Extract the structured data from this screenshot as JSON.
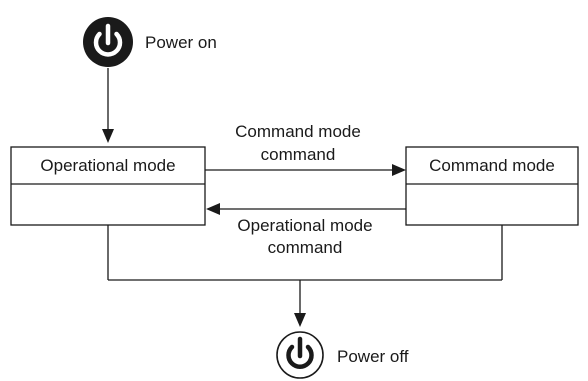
{
  "diagram": {
    "states": {
      "operational": {
        "label": "Operational mode"
      },
      "command": {
        "label": "Command mode"
      }
    },
    "start": {
      "label": "Power on",
      "icon": "power-icon"
    },
    "end": {
      "label": "Power off",
      "icon": "power-icon"
    },
    "transitions": {
      "to_command": {
        "line1": "Command mode",
        "line2": "command"
      },
      "to_operational": {
        "line1": "Operational mode",
        "line2": "command"
      }
    },
    "colors": {
      "ink": "#1a1a1a",
      "background": "#ffffff"
    }
  }
}
